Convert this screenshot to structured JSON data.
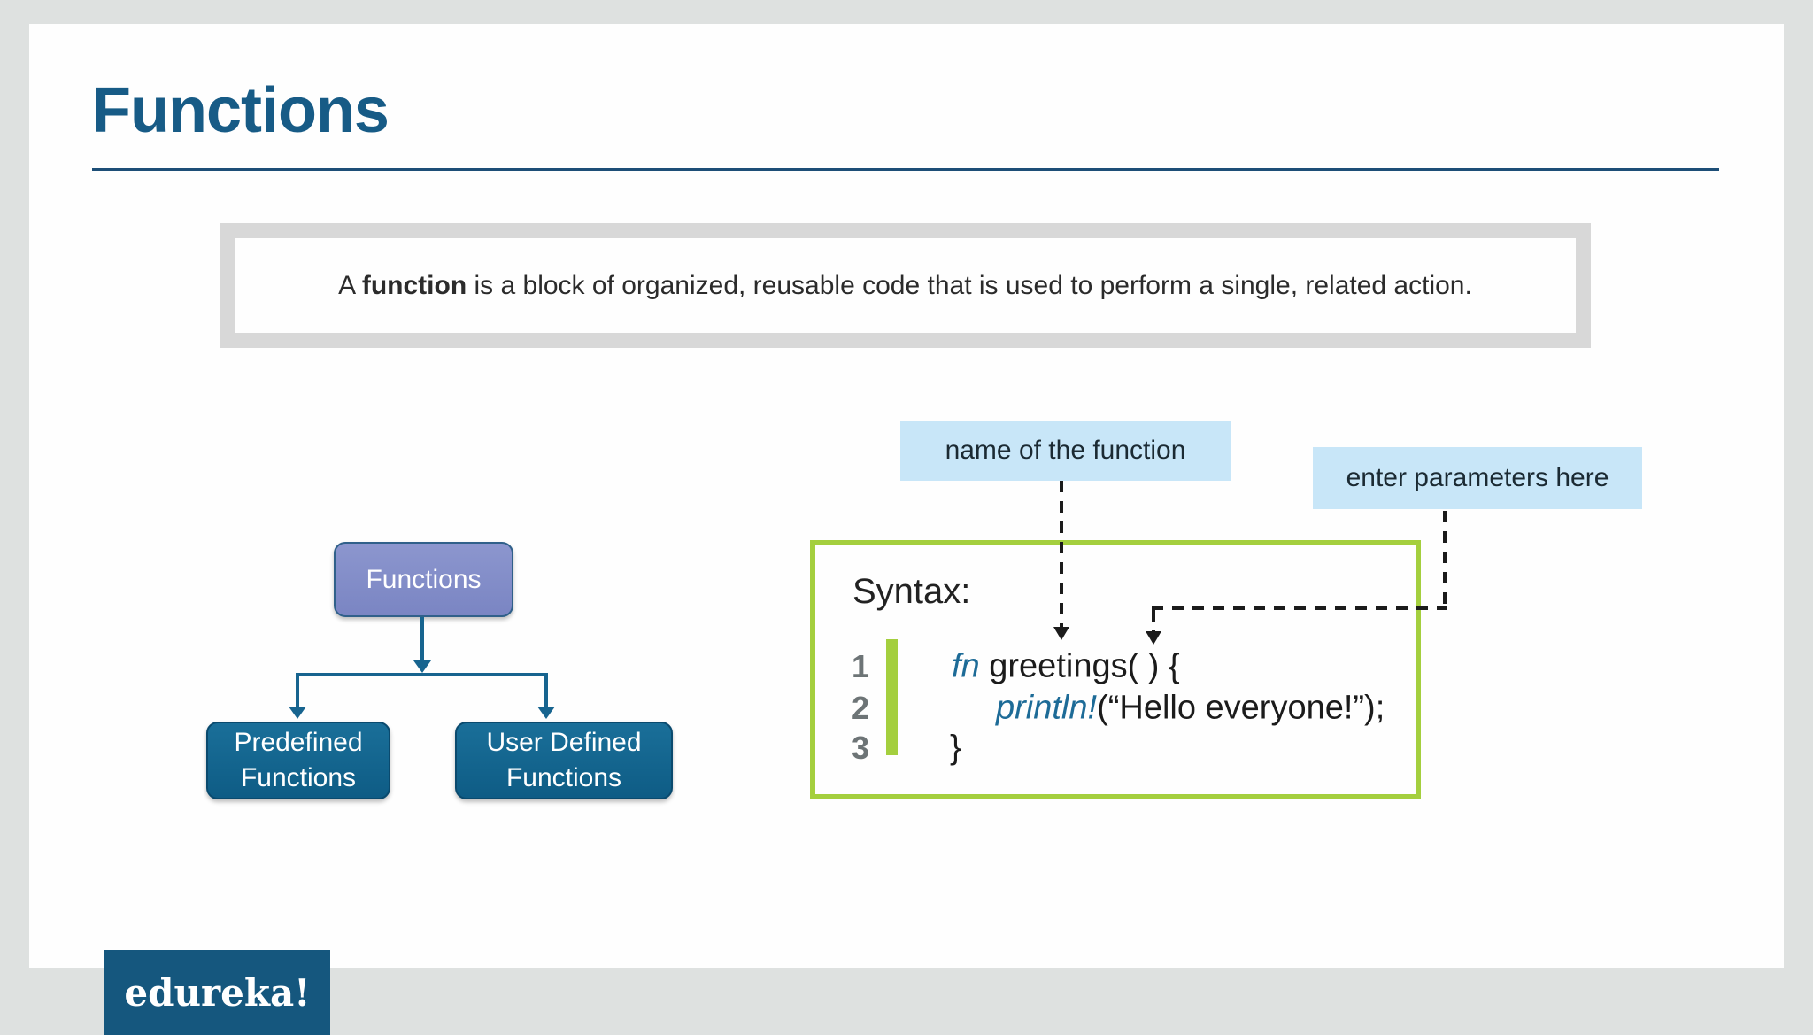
{
  "slide": {
    "title": "Functions",
    "definition": {
      "prefix": "A ",
      "term": "function",
      "rest": " is a block of organized, reusable code that is used to perform a single, related action."
    },
    "flowchart": {
      "root_label": "Functions",
      "left_label": "Predefined Functions",
      "right_label": "User Defined Functions"
    },
    "callouts": {
      "function_name": "name of the function",
      "parameters": "enter parameters here"
    },
    "syntax": {
      "heading": "Syntax:",
      "code_lines": [
        {
          "number": "1",
          "keyword": "fn",
          "code": " greetings( ) {"
        },
        {
          "number": "2",
          "keyword": "println!",
          "code": "(“Hello everyone!”);"
        },
        {
          "number": "3",
          "keyword": "",
          "code": "}"
        }
      ]
    },
    "footer": {
      "logo_text": "edureka!"
    }
  },
  "colors": {
    "title_blue": "#175b86",
    "rule_blue": "#1d4e77",
    "definition_frame_gray": "#d8d8d8",
    "root_box_purple": "#7a85c3",
    "child_box_teal": "#0e5c85",
    "connector_teal": "#17648f",
    "syntax_border_green": "#a4cf3e",
    "callout_light_blue": "#c8e6f8",
    "code_keyword_blue": "#1d6b97",
    "line_number_gray": "#6d7476",
    "background_gray": "#dee1e0",
    "logo_background_blue": "#15577e"
  }
}
